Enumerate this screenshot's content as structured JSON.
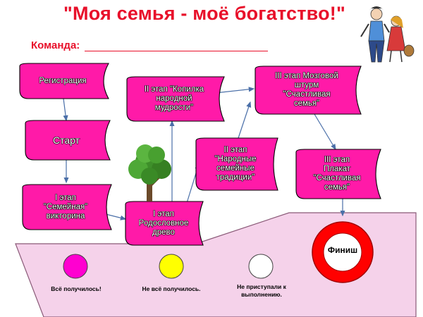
{
  "title": "\"Моя семья - моё богатство!\"",
  "team_label": "Команда:",
  "stages": {
    "registration": "Регистрация",
    "start": "Старт",
    "stage1_quiz": "I этап\n\"Семейная\"\nвикторина",
    "stage1_tree": "I этап\nРодословное\nдрево",
    "stage2_piggy": "II этап \"Копилка\nнародной\nмудрости\"",
    "stage2_traditions": "II этап\n\"Народные\nсемейные\nтрадиции\"",
    "stage3_brainstorm": "III этап Мозговой\nштурм\n\"Счастливая\nсемья\"",
    "stage3_poster": "III этап\nПлакат\n\"Счастливая\nсемья\""
  },
  "finish_label": "Финиш",
  "legend": [
    {
      "label": "Всё получилось!",
      "color": "#ff00d0"
    },
    {
      "label": "Не всё получилось.",
      "color": "#ffff00"
    },
    {
      "label": "Не приступали к\nвыполнению.",
      "color": "#ffffff"
    }
  ],
  "colors": {
    "title": "#e8102a",
    "stage_fill": "#ff1aa8",
    "stage_shadow": "#c00080",
    "ship": "#f5d2ea",
    "finish_ring": "#ff0000",
    "arrow": "#4a6fa8"
  },
  "icons": [
    "tree-icon",
    "family-couple-icon"
  ]
}
